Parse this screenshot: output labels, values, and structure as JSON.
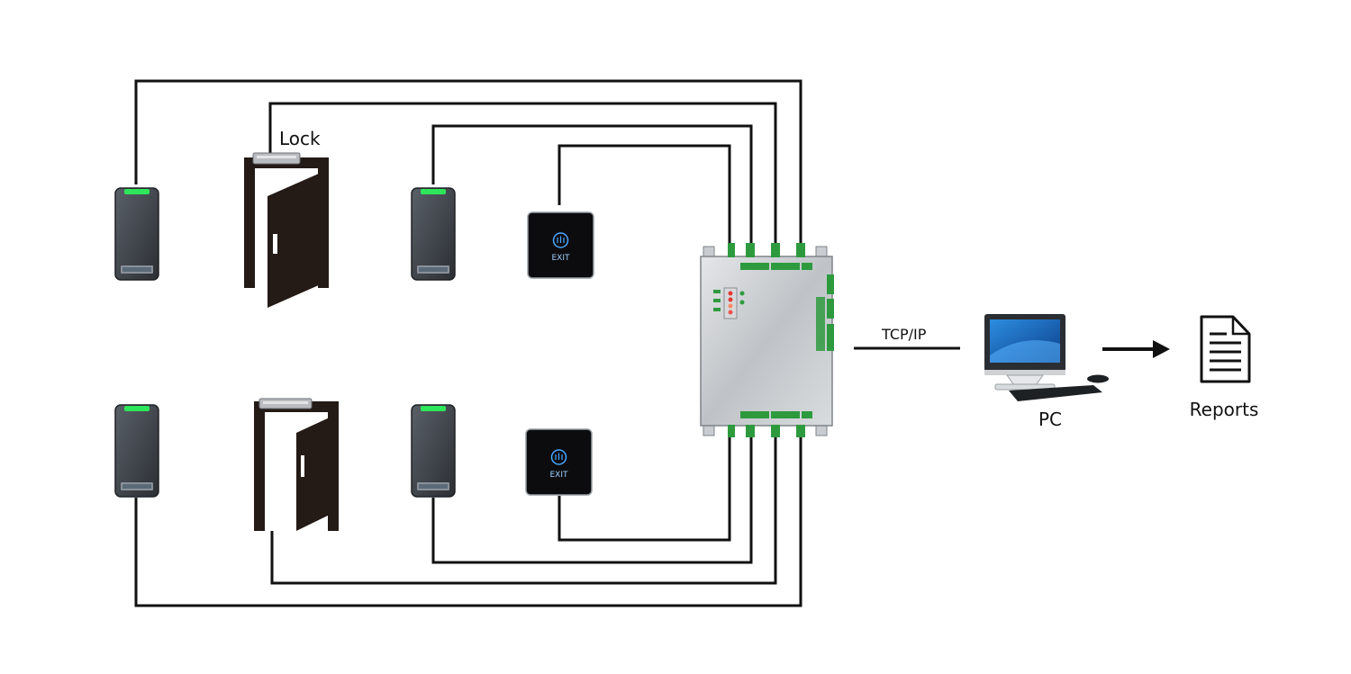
{
  "labels": {
    "lock": "Lock",
    "tcpip": "TCP/IP",
    "pc": "PC",
    "reports": "Reports",
    "exit_top": "EXIT",
    "exit_bottom": "EXIT"
  },
  "colors": {
    "wire": "#111111",
    "reader_body": "#3a3f45",
    "reader_led": "#2ee65a",
    "exit_glow": "#4aa8ff",
    "door": "#241a16",
    "panel": "#c9ccd0",
    "terminal": "#2e9a3e",
    "screen": "#1565c0"
  },
  "icons": {
    "reader": "rfid-reader-icon",
    "door": "door-icon",
    "lock": "lock-icon",
    "exit_button": "exit-button-icon",
    "controller": "access-controller-icon",
    "pc": "computer-icon",
    "document": "document-icon"
  }
}
